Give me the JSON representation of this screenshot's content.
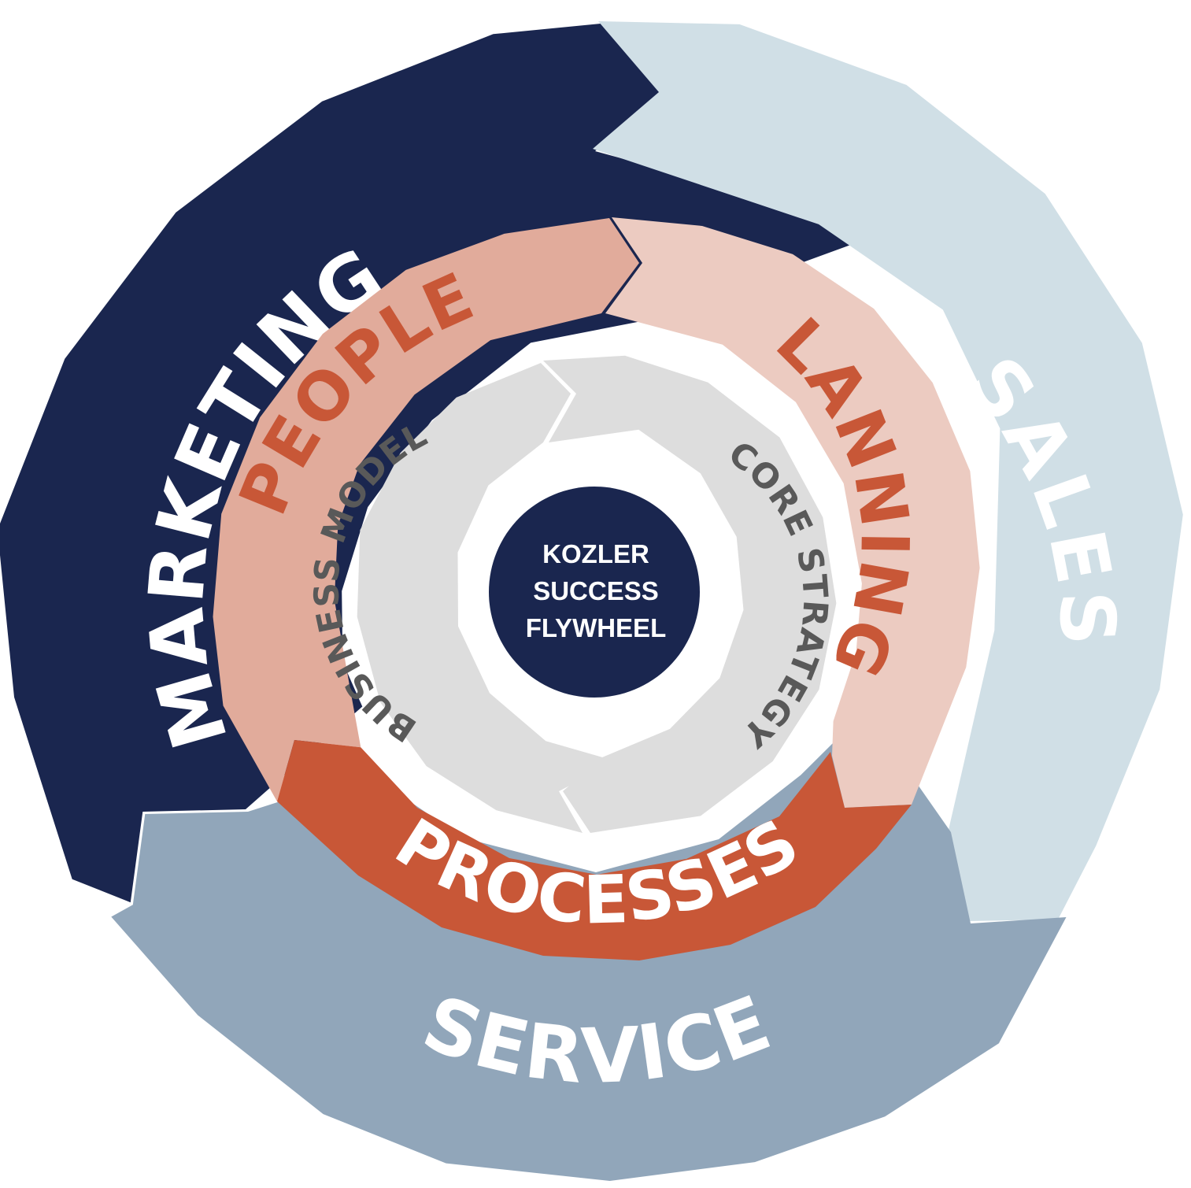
{
  "hub": {
    "lines": [
      "KOZLER",
      "SUCCESS",
      "FLYWHEEL"
    ],
    "color": "#1a264f",
    "text_color": "#ffffff"
  },
  "outer_ring": {
    "segments": [
      {
        "label": "MARKETING",
        "color": "#1a264f",
        "text_color": "#ffffff"
      },
      {
        "label": "SALES",
        "color": "#d0dfe6",
        "text_color": "#ffffff"
      },
      {
        "label": "SERVICE",
        "color": "#91a6ba",
        "text_color": "#ffffff"
      }
    ]
  },
  "middle_ring": {
    "segments": [
      {
        "label": "PEOPLE",
        "color": "#e1ab9b",
        "text_color": "#c85737"
      },
      {
        "label": "PLANNING",
        "color": "#eccbc1",
        "text_color": "#c85737"
      },
      {
        "label": "PROCESSES",
        "color": "#c85737",
        "text_color": "#ffffff"
      }
    ]
  },
  "inner_ring": {
    "color": "#dddddd",
    "text_color": "#595959",
    "segments": [
      {
        "label": "BUSINESS MODEL"
      },
      {
        "label": "CORE STRATEGY"
      }
    ]
  }
}
